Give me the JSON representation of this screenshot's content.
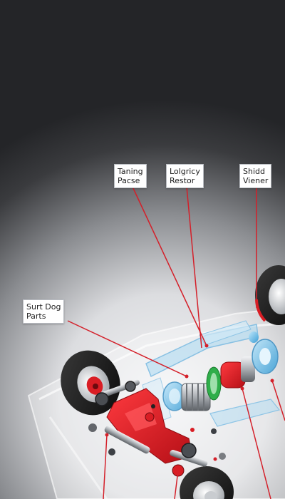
{
  "colors": {
    "background_top": "#242528",
    "background_glow": "#f1f2f4",
    "leader_line": "#d4202a",
    "highlight_red": "#e01a22",
    "blue_glass": "#7fc6ea",
    "green_ring": "#2fae4a"
  },
  "callouts": [
    {
      "id": "taning-pacse",
      "line1": "Taning",
      "line2": "Pacse"
    },
    {
      "id": "lalgricy-restor",
      "line1": "Lolgricy",
      "line2": "Restor"
    },
    {
      "id": "shidd-viener",
      "line1": "Shidd",
      "line2": "Viener"
    },
    {
      "id": "surt-dog-parts",
      "line1": "Surt Dog",
      "line2": "Parts"
    }
  ]
}
